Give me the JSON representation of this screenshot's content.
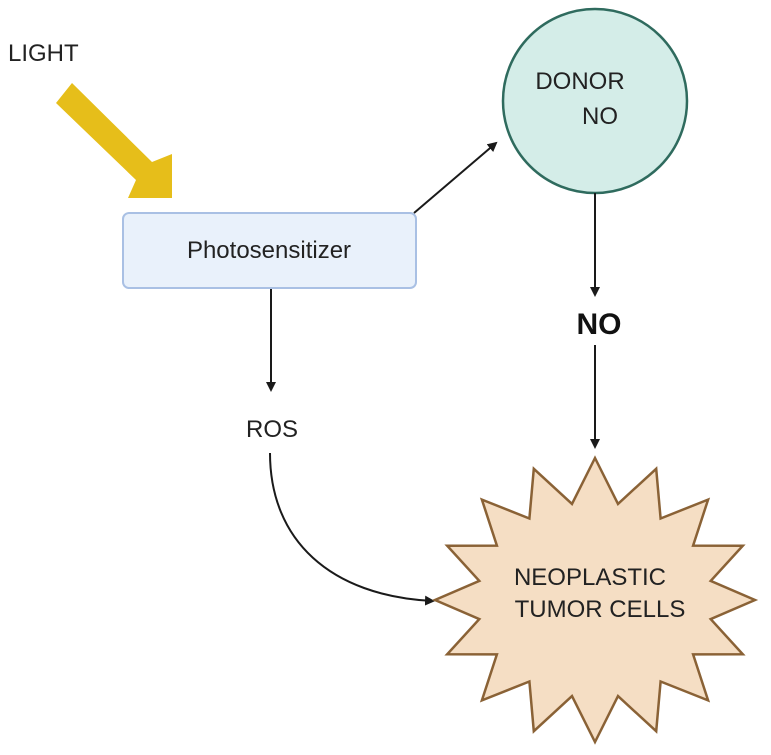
{
  "labels": {
    "light": "LIGHT",
    "photosensitizer": "Photosensitizer",
    "donor_line1": "DONOR",
    "donor_line2": "NO",
    "no": "NO",
    "ros": "ROS",
    "tumor_line1": "NEOPLASTIC",
    "tumor_line2": "TUMOR CELLS"
  },
  "colors": {
    "light_arrow": "#E6BE1A",
    "box_fill": "#E9F1FB",
    "box_stroke": "#A9C0E4",
    "donor_fill": "#D4EDE8",
    "donor_stroke": "#2F6B5E",
    "tumor_fill": "#F5DEC4",
    "tumor_stroke": "#8A6236",
    "arrow": "#1A1A1A"
  },
  "icons": {
    "light_arrow": "arrow-down-right-icon",
    "tumor_shape": "starburst-icon"
  }
}
